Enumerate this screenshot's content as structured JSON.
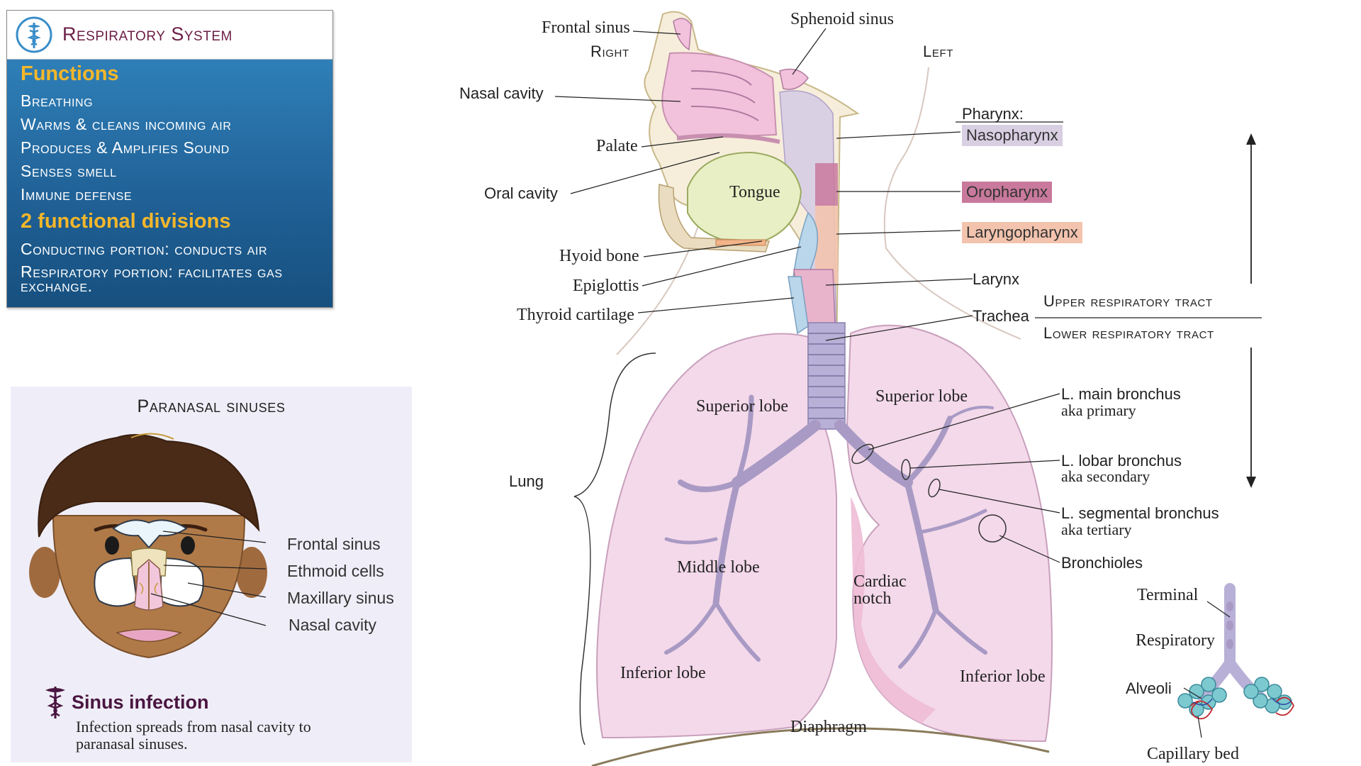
{
  "functions_panel": {
    "title": "Respiratory System",
    "functions_heading": "Functions",
    "functions": [
      "Breathing",
      "Warms & cleans incoming air",
      "Produces & Amplifies Sound",
      "Senses smell",
      "Immune defense"
    ],
    "divisions_heading": "2 functional divisions",
    "divisions": [
      "Conducting portion: conducts air",
      "Respiratory portion: facilitates gas exchange."
    ]
  },
  "sinus_panel": {
    "title": "Paranasal sinuses",
    "labels": [
      "Frontal sinus",
      "Ethmoid cells",
      "Maxillary sinus",
      "Nasal cavity"
    ],
    "infection_title": "Sinus infection",
    "infection_text": "Infection spreads from nasal cavity to paranasal sinuses."
  },
  "head_labels": {
    "frontal_sinus": "Frontal sinus",
    "sphenoid_sinus": "Sphenoid sinus",
    "right": "Right",
    "left": "Left",
    "nasal_cavity": "Nasal cavity",
    "palate": "Palate",
    "oral_cavity": "Oral cavity",
    "tongue": "Tongue",
    "hyoid_bone": "Hyoid bone",
    "epiglottis": "Epiglottis",
    "thyroid_cartilage": "Thyroid cartilage",
    "pharynx": "Pharynx:",
    "nasopharynx": "Nasopharynx",
    "oropharynx": "Oropharynx",
    "laryngopharynx": "Laryngopharynx",
    "larynx": "Larynx",
    "trachea": "Trachea"
  },
  "tract_labels": {
    "upper": "Upper respiratory tract",
    "lower": "Lower respiratory tract"
  },
  "lung_labels": {
    "lung": "Lung",
    "superior_lobe_right": "Superior lobe",
    "middle_lobe": "Middle lobe",
    "inferior_lobe_right": "Inferior lobe",
    "superior_lobe_left": "Superior lobe",
    "inferior_lobe_left": "Inferior lobe",
    "cardiac_notch_1": "Cardiac",
    "cardiac_notch_2": "notch",
    "diaphragm": "Diaphragm",
    "main_bronchus": "L. main bronchus",
    "main_bronchus_aka": "aka primary",
    "lobar_bronchus": "L. lobar bronchus",
    "lobar_bronchus_aka": "aka secondary",
    "segmental_bronchus": "L. segmental bronchus",
    "segmental_bronchus_aka": "aka tertiary",
    "bronchioles": "Bronchioles"
  },
  "alveoli_labels": {
    "terminal": "Terminal",
    "respiratory": "Respiratory",
    "alveoli": "Alveoli",
    "capillary_bed": "Capillary bed"
  },
  "colors": {
    "title": "#6b1e45",
    "panel_blue": "#1f5f94",
    "heading_gold": "#f5b72a",
    "nasopharynx_bg": "#d9cfe3",
    "oropharynx_bg": "#c9799c",
    "laryngopharynx_bg": "#f3c3ad",
    "lung_pink": "#f4d9ea",
    "bronchi_purple": "#a89ac4"
  }
}
